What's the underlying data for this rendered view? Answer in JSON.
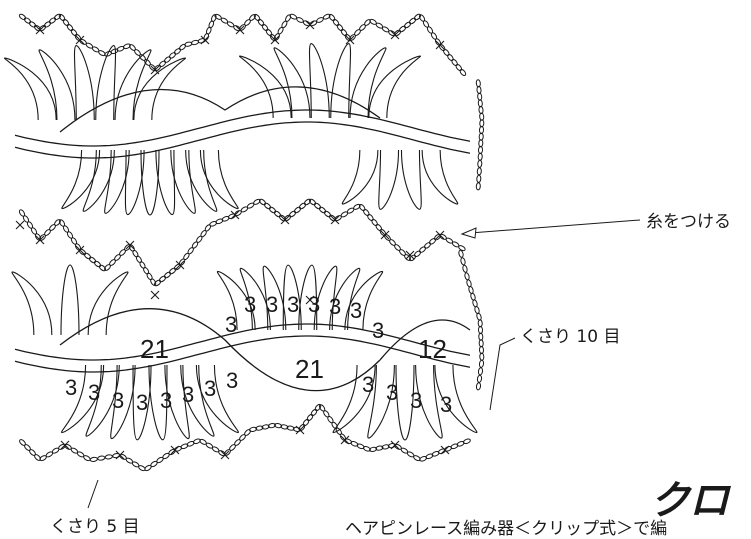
{
  "labels": {
    "attach_yarn": "糸をつける",
    "chain_10": "くさり 10 目",
    "chain_5": "くさり 5 目"
  },
  "brand": "クロ",
  "subtitle": "ヘアピンレース編み器＜クリップ式＞で編",
  "stitch_counts": {
    "large_upper_left": "21",
    "large_middle": "21",
    "large_right": "12",
    "small": "3"
  }
}
